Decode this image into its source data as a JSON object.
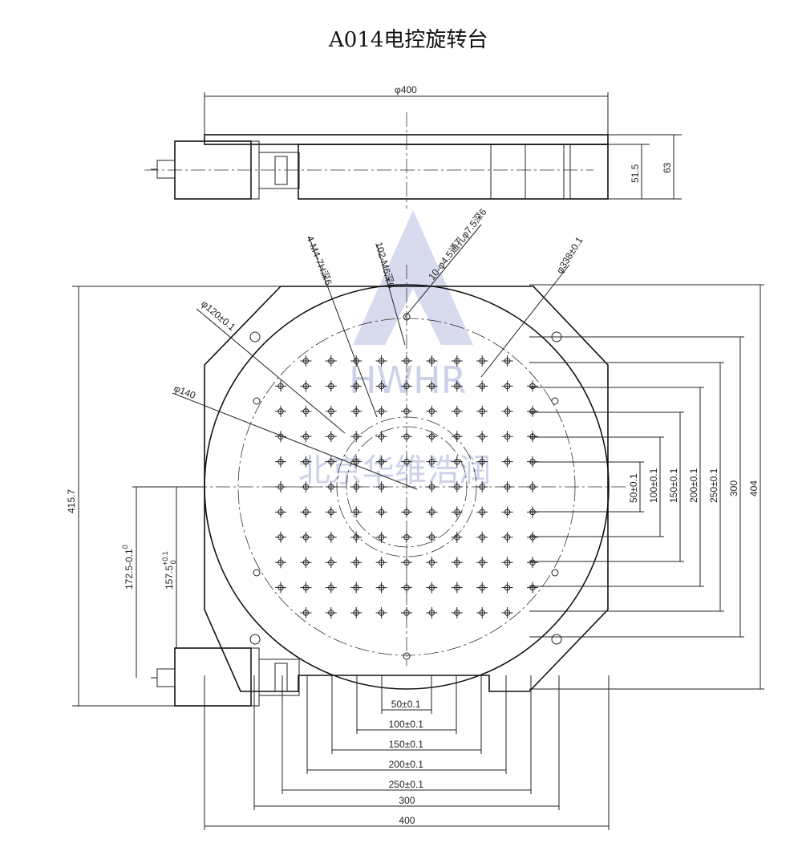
{
  "title": "A014电控旋转台",
  "watermark": {
    "logo_text": "HWHR",
    "company": "北京华维浩润"
  },
  "side_view": {
    "diameter": "φ400",
    "height_inner": "51.5",
    "height_total": "63"
  },
  "callouts": {
    "m4": "4-M4-7H深6",
    "m6": "102-M6深6",
    "through": "10-φ4.5通孔φ7.5深6",
    "d338": "φ338±0.1",
    "d120": "φ120±0.1",
    "d140": "φ140"
  },
  "left_dims": {
    "overall": "415.7",
    "d1725": "172.5-0.1",
    "d1725_sup": "0",
    "d1575": "157.5",
    "d1575_sup": "+0.1",
    "d1575_sub": "0"
  },
  "right_dims": [
    "50±0.1",
    "100±0.1",
    "150±0.1",
    "200±0.1",
    "250±0.1",
    "300",
    "404"
  ],
  "bottom_dims": [
    "50±0.1",
    "100±0.1",
    "150±0.1",
    "200±0.1",
    "250±0.1",
    "300",
    "400"
  ],
  "colors": {
    "line": "#222222",
    "watermark": "#b8bde0"
  }
}
